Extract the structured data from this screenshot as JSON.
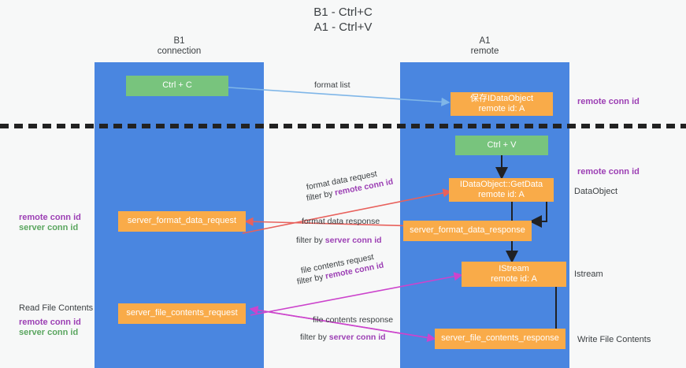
{
  "title": "B1 - Ctrl+C\nA1 - Ctrl+V",
  "lanes": [
    {
      "name": "b1",
      "header": "B1\nconnection"
    },
    {
      "name": "a1",
      "header": "A1\nremote"
    }
  ],
  "nodes": {
    "ctrl_c": "Ctrl + C",
    "save_idataobject": "保存IDataObject\nremote id: A",
    "ctrl_v": "Ctrl + V",
    "getdata": "IDataObject::GetData\nremote id: A",
    "server_format_data_request": "server_format_data_request",
    "server_format_data_response": "server_format_data_response",
    "istream": "IStream\nremote id: A",
    "server_file_contents_request": "server_file_contents_request",
    "server_file_contents_response": "server_file_contents_response"
  },
  "side_labels": {
    "remote_conn_id_top": "remote conn id",
    "remote_conn_id_mid": "remote conn id",
    "dataobject": "DataObject",
    "istream": "Istream",
    "write_file_contents": "Write File Contents",
    "read_file_contents": "Read File Contents",
    "left_remote_conn_id": "remote conn id",
    "left_server_conn_id": "server conn id",
    "left_remote_conn_id_2": "remote conn id",
    "left_server_conn_id_2": "server conn id"
  },
  "edges": {
    "format_list": "format list",
    "format_data_request": "format data request",
    "filter_by_1_prefix": "filter by ",
    "filter_by_1_value": "remote conn id",
    "format_data_response": "format data response",
    "filter_by_2_prefix": "filter by ",
    "filter_by_2_value": "server conn id",
    "file_contents_request": "file contents request",
    "filter_by_3_prefix": "filter by ",
    "filter_by_3_value": "remote conn id",
    "file_contents_response": "file contents response",
    "filter_by_4_prefix": "filter by ",
    "filter_by_4_value": "server conn id"
  },
  "colors": {
    "lane": "#4a86e0",
    "green_node": "#78c47d",
    "orange_node": "#f9ab49",
    "purple_text": "#9c3fb4",
    "green_text": "#5aa65f",
    "arrow_blue": "#7fb6e8",
    "arrow_red": "#e8615c",
    "arrow_magenta": "#cc44cc",
    "arrow_dark": "#202124",
    "background": "#f7f8f8"
  }
}
